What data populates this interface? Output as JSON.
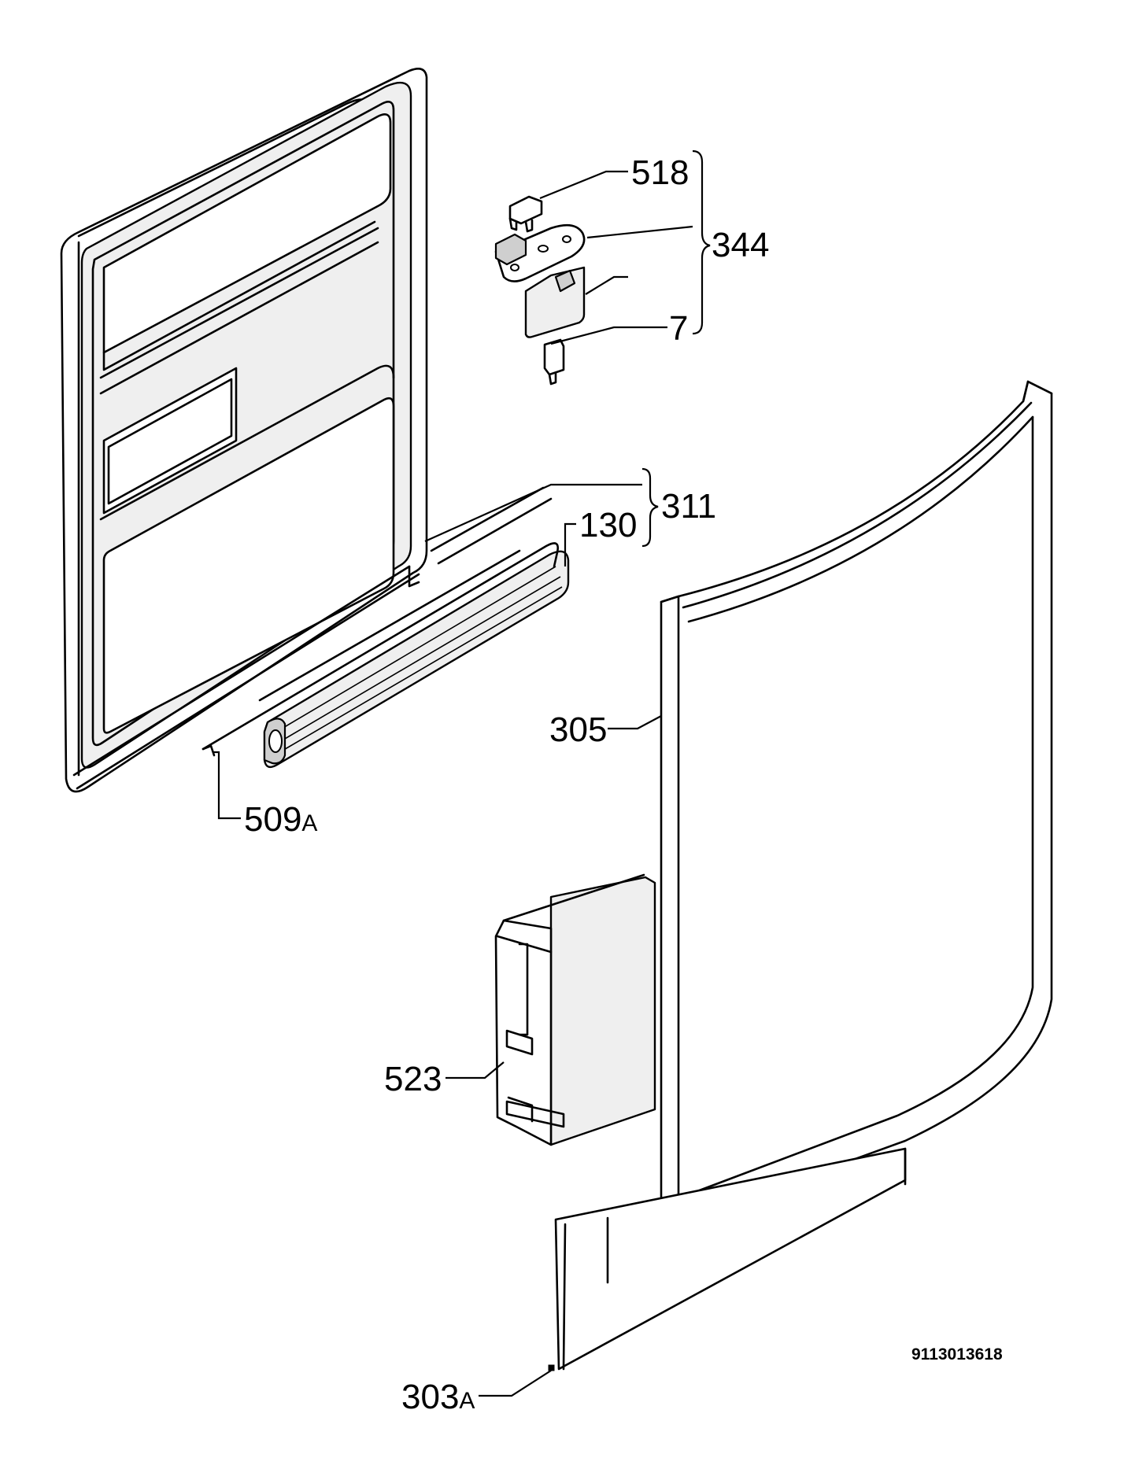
{
  "labels": {
    "p518": "518",
    "p344": "344",
    "p7": "7",
    "p311": "311",
    "p130": "130",
    "p305": "305",
    "p509": "509",
    "p509_suffix": "A",
    "p523": "523",
    "p303": "303",
    "p303_suffix": "A"
  },
  "drawing_code": "9113013618",
  "colors": {
    "line": "#000000",
    "background": "#ffffff",
    "shade": "#efefef"
  }
}
